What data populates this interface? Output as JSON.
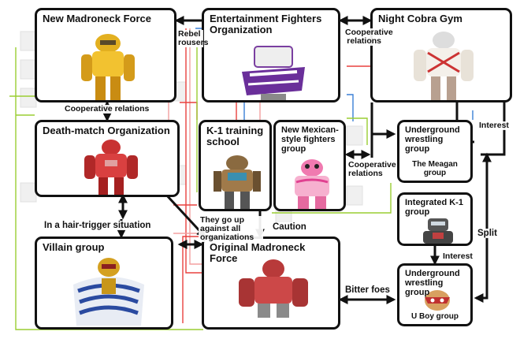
{
  "colors": {
    "red": "#e8413f",
    "pink": "#f3a0a0",
    "blue": "#3a7fd6",
    "green": "#9acd32",
    "black": "#111111"
  },
  "boxes": {
    "madroneck_new": "New Madroneck Force",
    "entertainment": "Entertainment Fighters Organization",
    "night_cobra": "Night Cobra Gym",
    "death_match": "Death-match Organization",
    "k1_training": "K-1 training school",
    "mexican": "New Mexican-style fighters group",
    "underground_meagan": "Underground wrestling group",
    "meagan_sub": "The Meagan group",
    "integrated_k1": "Integrated K-1 group",
    "villain": "Villain group",
    "madroneck_original": "Original Madroneck Force",
    "underground_uboy": "Underground wrestling group",
    "uboy_sub": "U Boy group"
  },
  "relations": {
    "rebel_rousers": "Rebel rousers",
    "coop_1": "Cooperative relations",
    "coop_2": "Cooperative relations",
    "coop_3": "Cooperative relations",
    "interest_1": "Interest",
    "interest_2": "Interest",
    "hair_trigger": "In a hair-trigger situation",
    "go_up": "They go up against all organizations",
    "caution": "Caution",
    "split": "Split",
    "bitter_foes": "Bitter foes"
  },
  "figure_icons": {
    "madroneck_new": "yellow-robot-figure",
    "entertainment": "purple-white-figure",
    "night_cobra": "white-red-figure",
    "death_match": "red-robot-figure",
    "k1_training": "brown-armored-figure",
    "mexican": "pink-masked-figure",
    "integrated_k1": "grey-robot-figure",
    "villain": "blue-caped-figure",
    "madroneck_original": "red-metal-figure",
    "uboy": "masked-wrestler-figure"
  }
}
